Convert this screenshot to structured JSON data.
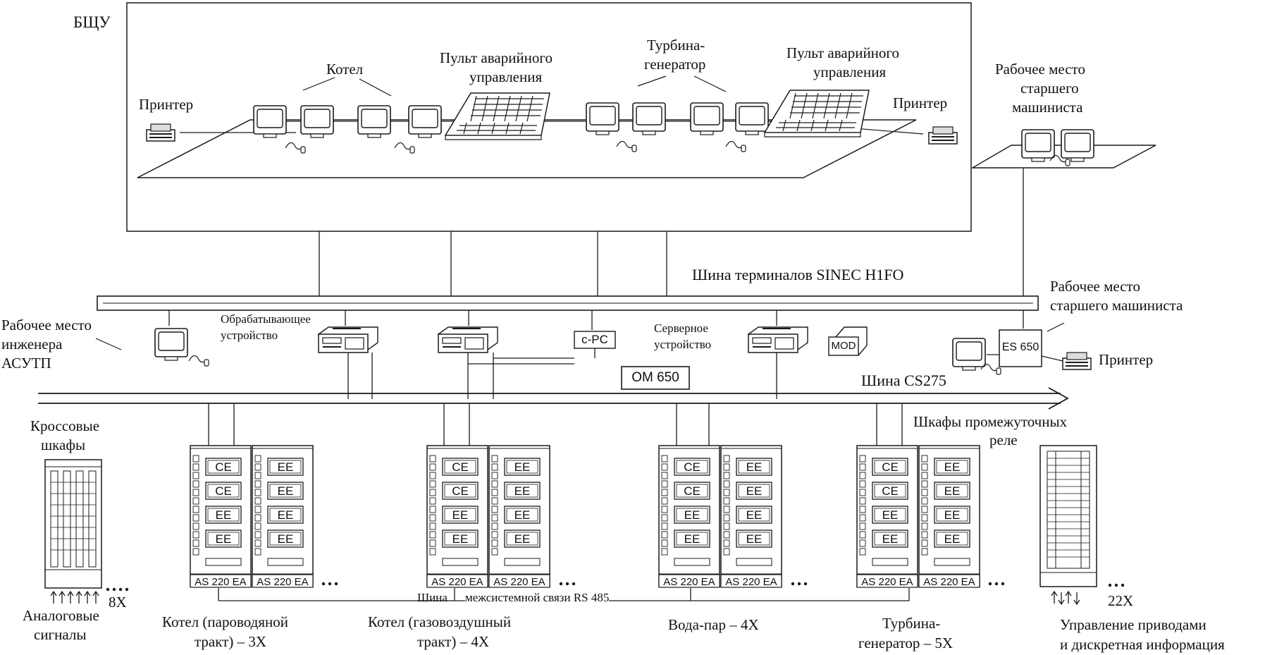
{
  "labels": {
    "bshu": "БЩУ",
    "kotel": "Котел",
    "pult1_line1": "Пульт аварийного",
    "pult1_line2": "управления",
    "turbina_line1": "Турбина-",
    "turbina_line2": "генератор",
    "pult2_line1": "Пульт аварийного",
    "pult2_line2": "управления",
    "printer_left": "Принтер",
    "printer_right": "Принтер",
    "senior_top_line1": "Рабочее место",
    "senior_top_line2": "старшего",
    "senior_top_line3": "машиниста",
    "bus_h1fo": "Шина терминалов SINEC H1FO",
    "senior_mid_line1": "Рабочее место",
    "senior_mid_line2": "старшего машиниста",
    "engineer_line1": "Рабочее место",
    "engineer_line2": "инженера",
    "engineer_line3": "АСУТП",
    "processing_line1": "Обрабатывающее",
    "processing_line2": "устройство",
    "c_pc": "c-PC",
    "server_line1": "Серверное",
    "server_line2": "устройство",
    "mod": "MOD",
    "es650": "ES 650",
    "printer_mid": "Принтер",
    "om650": "OM 650",
    "bus_cs275": "Шина CS275",
    "relay_line1": "Шкафы промежуточных",
    "relay_line2": "реле",
    "cross_line1": "Кроссовые",
    "cross_line2": "шкафы",
    "analog_line1": "Аналоговые",
    "analog_line2": "сигналы",
    "count_8x": "8X",
    "count_22x": "22X",
    "rs485_a": "Шина",
    "rs485_b": "межсистемной связи RS 485",
    "ce": "CE",
    "ee": "EE",
    "as220": "AS 220 EA",
    "dots": "…",
    "group1_line1": "Котел (пароводяной",
    "group1_line2": "тракт) – 3X",
    "group2_line1": "Котел (газовоздушный",
    "group2_line2": "тракт) – 4X",
    "group3_line1": "Вода-пар – 4X",
    "group4_line1": "Турбина-",
    "group4_line2": "генератор – 5X",
    "drives_line1": "Управление приводами",
    "drives_line2": "и дискретная информация"
  },
  "icons": {
    "monitor": "monitor-icon",
    "printer": "printer-icon",
    "mouse": "mouse-icon",
    "keyboard_panel": "control-panel-icon",
    "server": "server-icon",
    "cabinet": "cabinet-icon",
    "arrow": "arrow-icon"
  },
  "colors": {
    "line": "#1a1a1a",
    "background": "#ffffff"
  }
}
